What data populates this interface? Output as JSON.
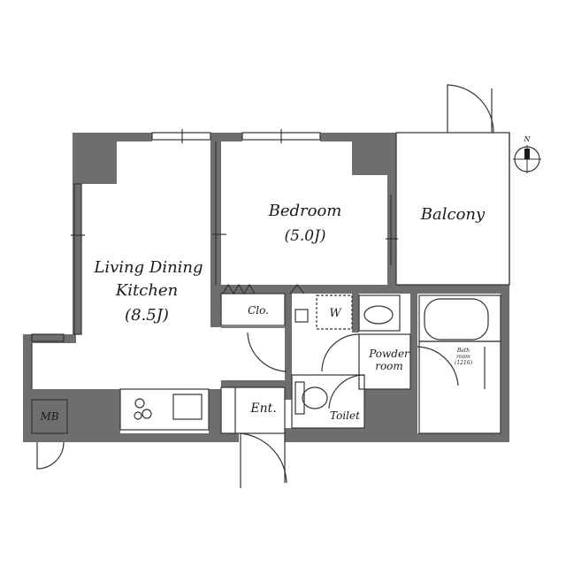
{
  "rooms": {
    "ldk": {
      "line1": "Living Dining",
      "line2": "Kitchen",
      "size": "(8.5J)"
    },
    "bedroom": {
      "name": "Bedroom",
      "size": "(5.0J)"
    },
    "balcony": {
      "name": "Balcony"
    },
    "closet": {
      "name": "Clo."
    },
    "washer": {
      "name": "W"
    },
    "powder": {
      "line1": "Powder",
      "line2": "room"
    },
    "bath": {
      "line1": "Bath",
      "line2": "room",
      "line3": "(1216)"
    },
    "entrance": {
      "name": "Ent."
    },
    "toilet": {
      "name": "Toilet"
    },
    "meter_box": {
      "name": "MB"
    }
  },
  "compass": {
    "north": "N"
  },
  "colors": {
    "wall": "#6e6e6e",
    "line": "#333333",
    "background": "#ffffff"
  }
}
